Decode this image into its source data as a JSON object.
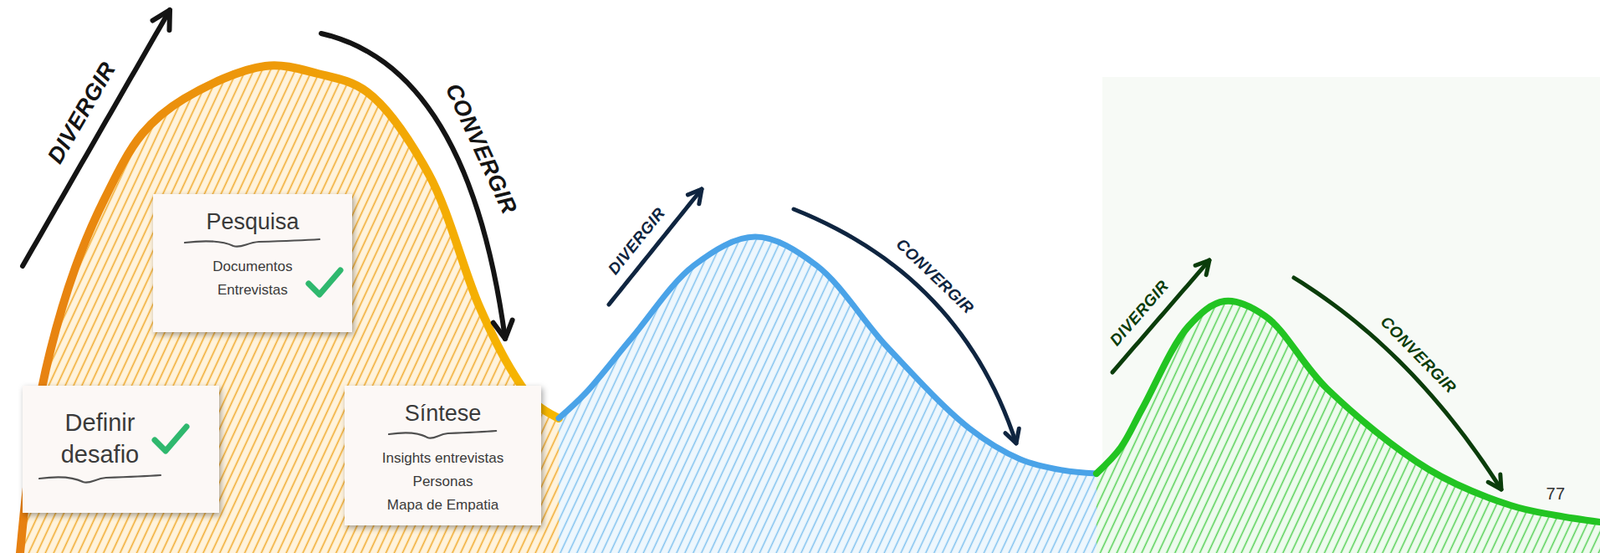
{
  "diagram": {
    "nodes": [
      {
        "text": [
          "Pesquisa",
          "Documentos Entrevistas"
        ]
      },
      {
        "text": [
          "Definir desafio"
        ]
      },
      {
        "text": [
          "Síntese",
          "Insights entrevistas Personas Mapa de Empatia"
        ]
      }
    ],
    "labels": [
      "DIVERGIR",
      "CONVERGIR",
      "DIVERGIR",
      "CONVERGIR",
      "DIVERGIR",
      "CONVERGIR",
      "77"
    ]
  }
}
